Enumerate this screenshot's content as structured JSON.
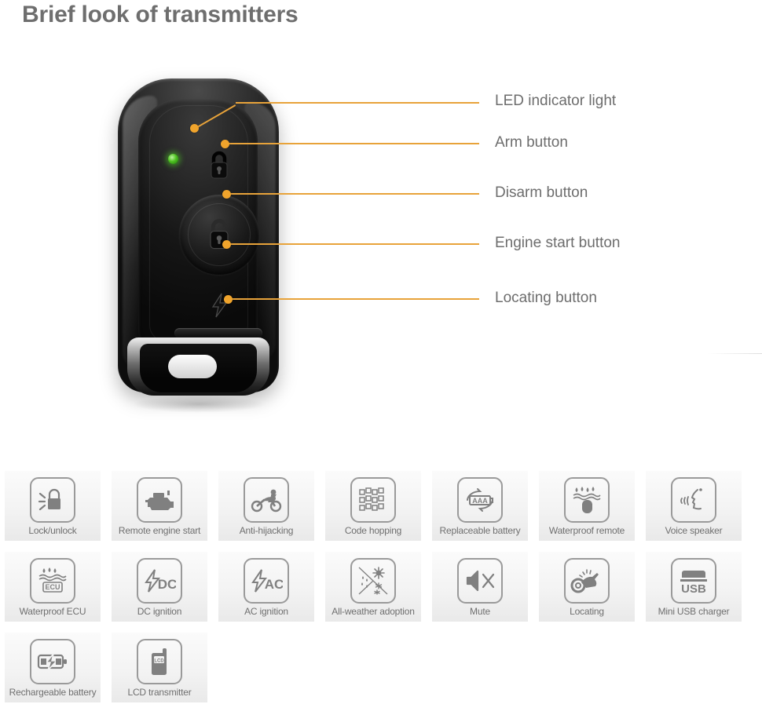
{
  "page": {
    "title": "Brief look of transmitters",
    "accent_color": "#e8a33a",
    "text_color": "#6d6d6d",
    "tile_bg_color": "#f3f3f3",
    "led_color": "#4fc221"
  },
  "diagram": {
    "subject": "car-alarm-key-fob-transmitter",
    "callouts": [
      {
        "label": "LED indicator light",
        "target": "led-indicator"
      },
      {
        "label": "Arm button",
        "target": "arm-button"
      },
      {
        "label": "Disarm button",
        "target": "disarm-button"
      },
      {
        "label": "Engine start button",
        "target": "engine-start-button"
      },
      {
        "label": "Locating button",
        "target": "locating-button"
      }
    ]
  },
  "features": {
    "rows": [
      [
        {
          "label": "Lock/unlock",
          "icon": "padlock-signal-icon"
        },
        {
          "label": "Remote engine start",
          "icon": "engine-icon"
        },
        {
          "label": "Anti-hijacking",
          "icon": "motorbike-rider-icon"
        },
        {
          "label": "Code hopping",
          "icon": "code-grid-icon"
        },
        {
          "label": "Replaceable battery",
          "icon": "aaa-battery-recycle-icon"
        },
        {
          "label": "Waterproof remote",
          "icon": "rain-remote-icon"
        },
        {
          "label": "Voice speaker",
          "icon": "speaking-head-icon"
        }
      ],
      [
        {
          "label": "Waterproof ECU",
          "icon": "rain-ecu-icon"
        },
        {
          "label": "DC ignition",
          "icon": "bolt-dc-icon"
        },
        {
          "label": "AC ignition",
          "icon": "bolt-ac-icon"
        },
        {
          "label": "All-weather adoption",
          "icon": "sun-rain-snow-icon"
        },
        {
          "label": "Mute",
          "icon": "speaker-mute-icon"
        },
        {
          "label": "Locating",
          "icon": "bike-horn-icon"
        },
        {
          "label": "Mini USB charger",
          "icon": "usb-icon"
        }
      ],
      [
        {
          "label": "Rechargeable battery",
          "icon": "battery-bolt-icon"
        },
        {
          "label": "LCD transmitter",
          "icon": "lcd-remote-icon"
        }
      ]
    ]
  }
}
